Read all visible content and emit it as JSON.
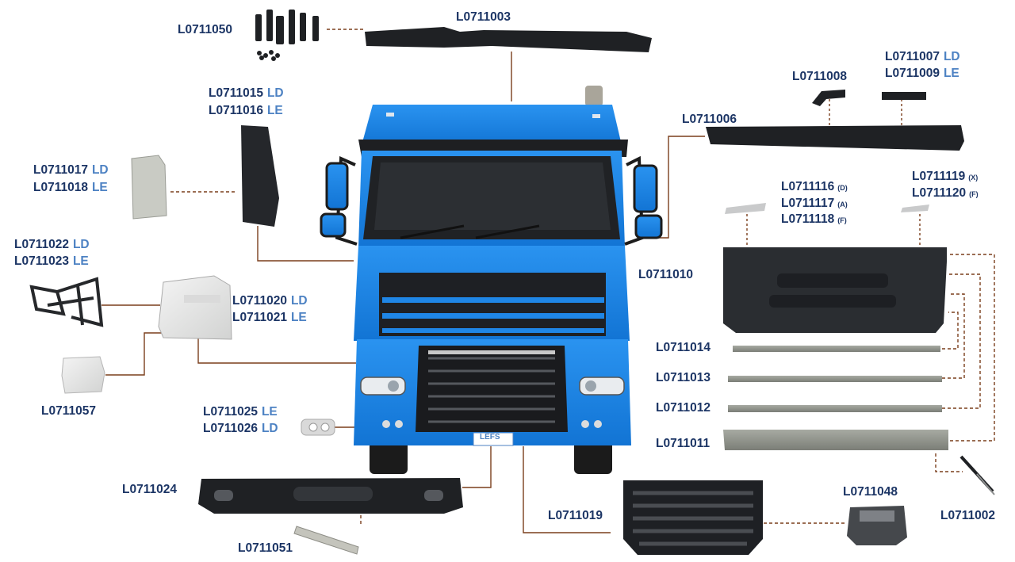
{
  "labels": {
    "l0711050": "L0711050",
    "l0711003": "L0711003",
    "l0711015": "L0711015",
    "l0711016": "L0711016",
    "l0711017": "L0711017",
    "l0711018": "L0711018",
    "l0711022": "L0711022",
    "l0711023": "L0711023",
    "l0711020": "L0711020",
    "l0711021": "L0711021",
    "l0711057": "L0711057",
    "l0711025": "L0711025",
    "l0711026": "L0711026",
    "l0711024": "L0711024",
    "l0711051": "L0711051",
    "l0711019": "L0711019",
    "l0711007": "L0711007",
    "l0711009": "L0711009",
    "l0711008": "L0711008",
    "l0711006": "L0711006",
    "l0711116": "L0711116",
    "l0711117": "L0711117",
    "l0711118": "L0711118",
    "l0711119": "L0711119",
    "l0711120": "L0711120",
    "l0711010": "L0711010",
    "l0711014": "L0711014",
    "l0711013": "L0711013",
    "l0711012": "L0711012",
    "l0711011": "L0711011",
    "l0711048": "L0711048",
    "l0711002": "L0711002"
  },
  "suffix": {
    "ld": "LD",
    "le": "LE",
    "d": "(D)",
    "a": "(A)",
    "f": "(F)",
    "x": "(X)"
  },
  "brand": {
    "badge": "LEFS"
  },
  "colors": {
    "truck_blue": "#1f86e6",
    "label_dark": "#1c3565",
    "label_light": "#4d82c3",
    "leader": "#7a3e1c",
    "part_black": "#222326",
    "part_grey": "#8f9289"
  }
}
